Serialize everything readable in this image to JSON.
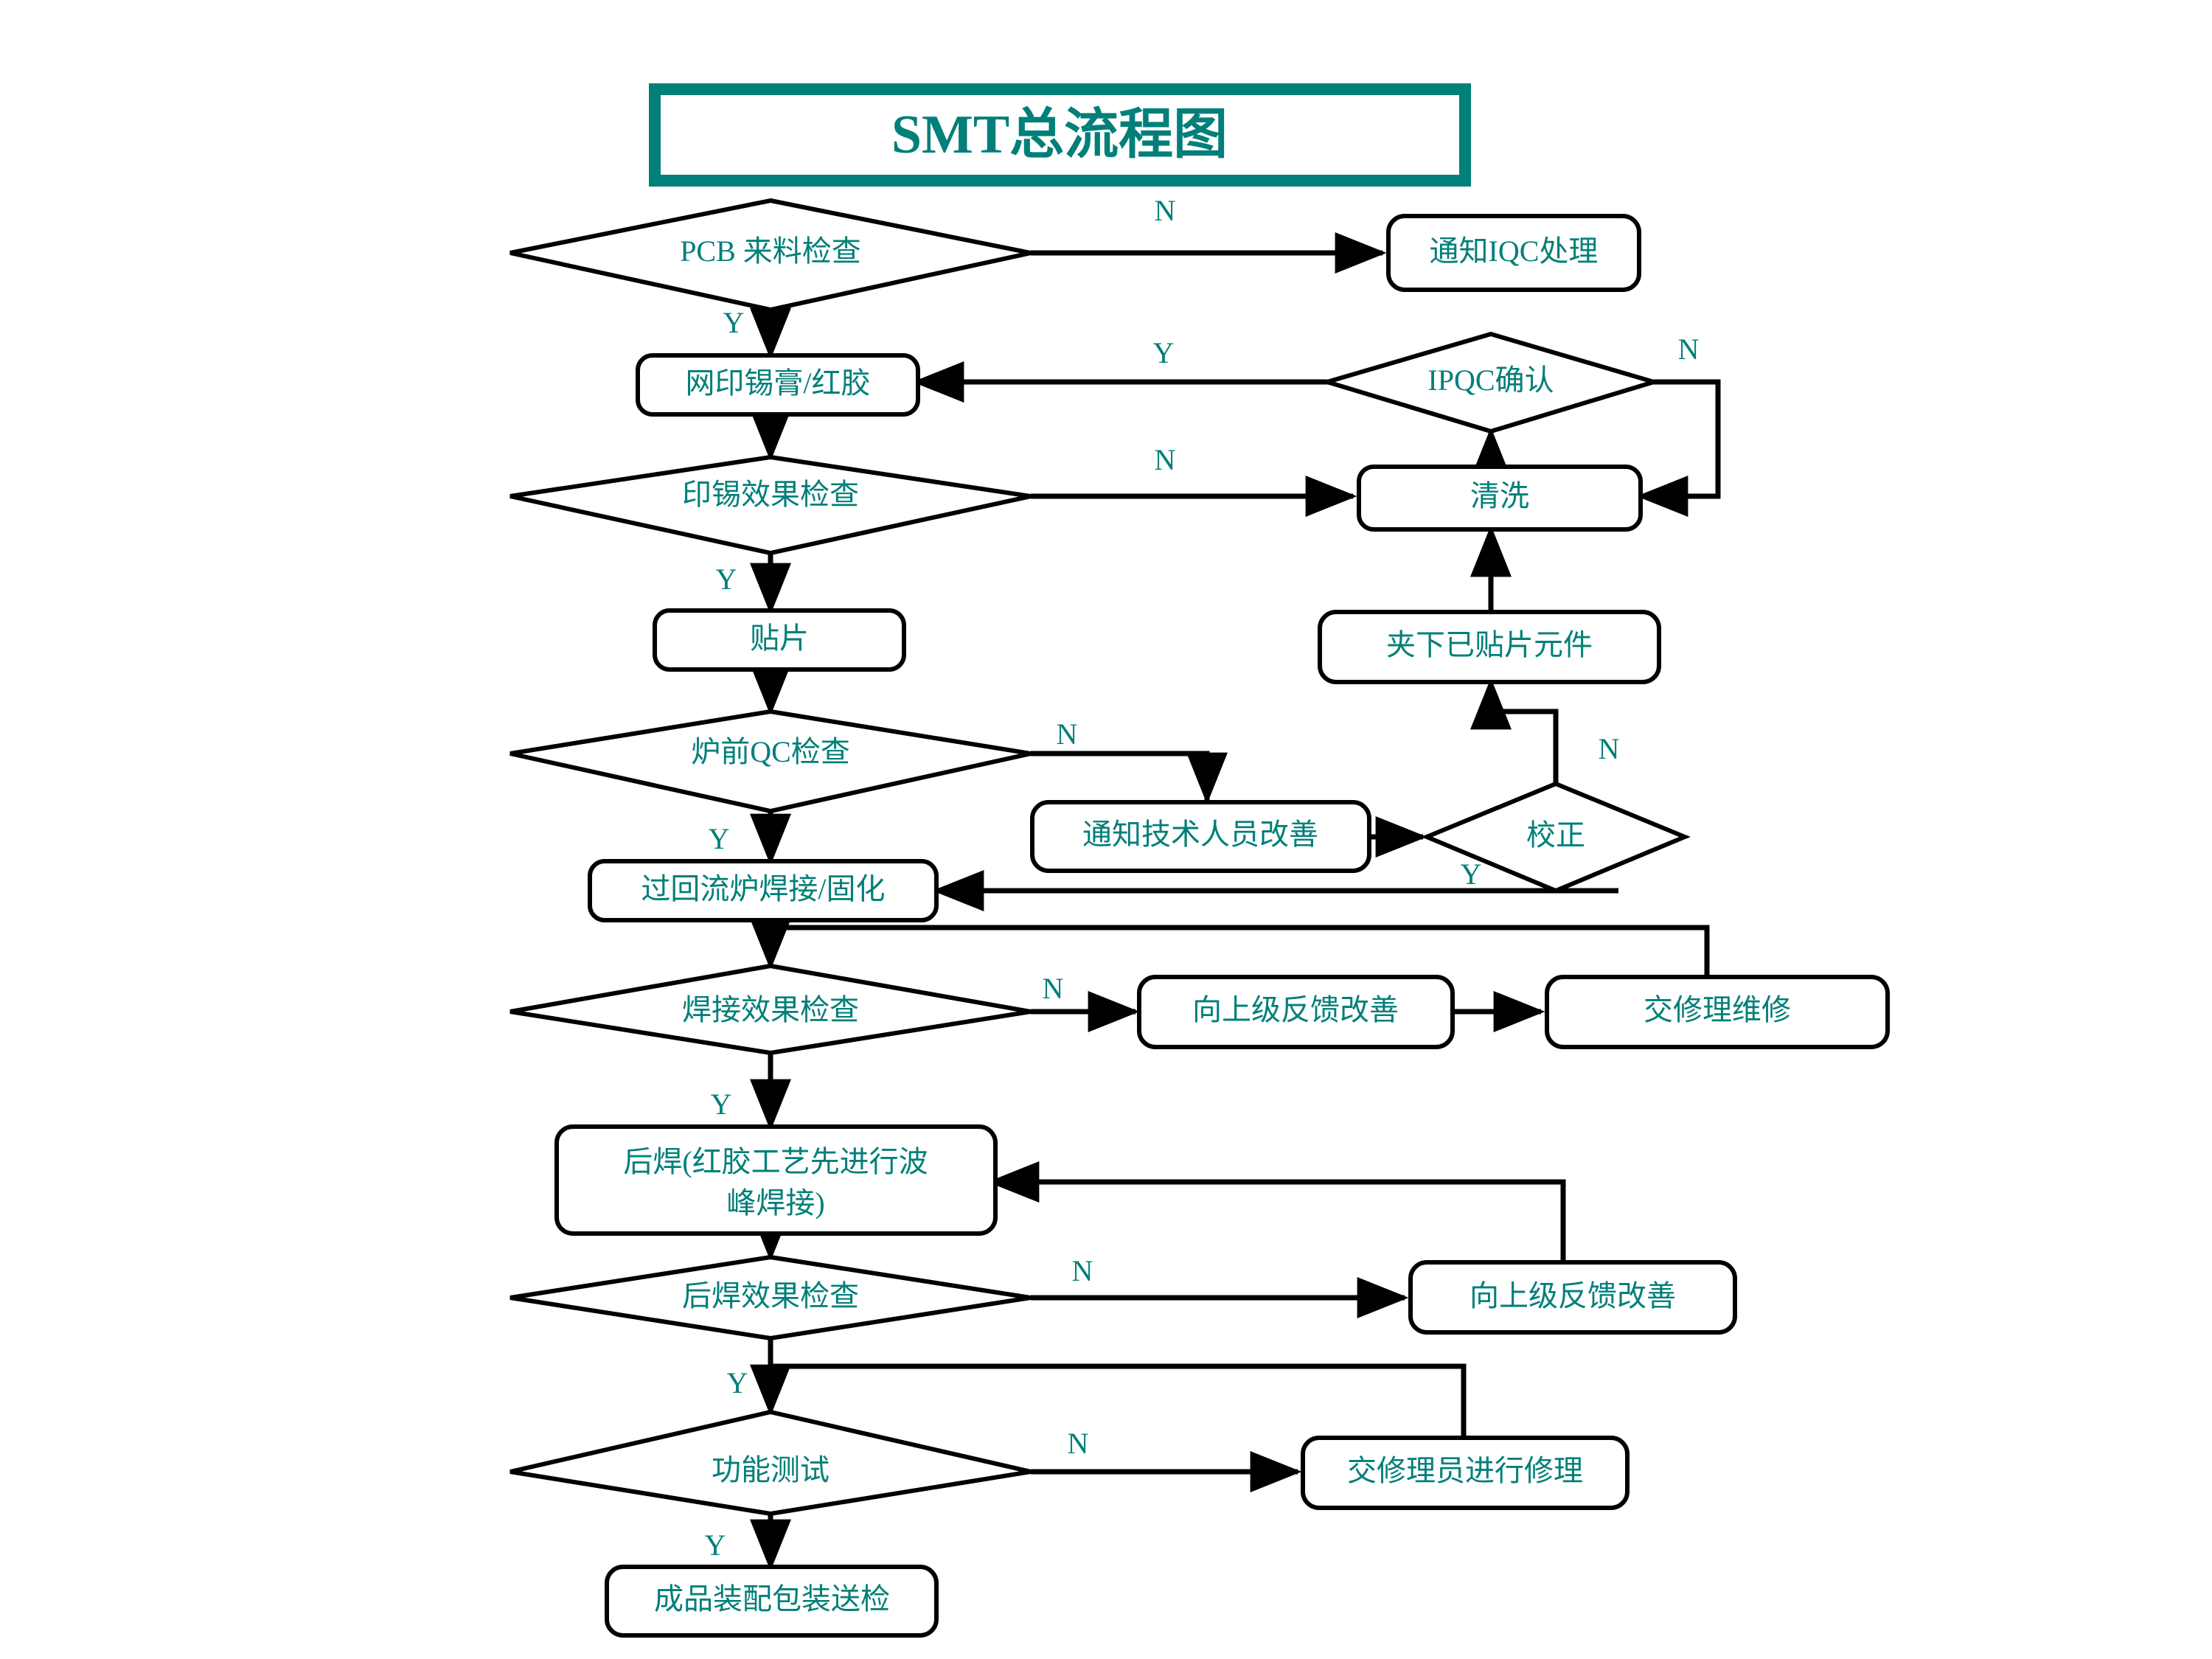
{
  "title": {
    "text": "SMT总流程图",
    "accent_color": "#017f79"
  },
  "colors": {
    "text": "#017f79",
    "line": "#000000",
    "background": "#ffffff",
    "title_border": "#017f79"
  },
  "nodes": [
    {
      "id": "n1",
      "kind": "decision",
      "label": "PCB 来料检查"
    },
    {
      "id": "n2",
      "kind": "process",
      "label": "通知IQC处理"
    },
    {
      "id": "n3",
      "kind": "process",
      "label": "网印锡膏/红胶"
    },
    {
      "id": "n4",
      "kind": "decision",
      "label": "IPQC确认"
    },
    {
      "id": "n5",
      "kind": "decision",
      "label": "印锡效果检查"
    },
    {
      "id": "n6",
      "kind": "process",
      "label": "清洗"
    },
    {
      "id": "n7",
      "kind": "process",
      "label": "贴片"
    },
    {
      "id": "n8",
      "kind": "process",
      "label": "夹下已贴片元件"
    },
    {
      "id": "n9",
      "kind": "decision",
      "label": "炉前QC检查"
    },
    {
      "id": "n10",
      "kind": "process",
      "label": "通知技术人员改善"
    },
    {
      "id": "n11",
      "kind": "decision",
      "label": "校正"
    },
    {
      "id": "n12",
      "kind": "process",
      "label": "过回流炉焊接/固化"
    },
    {
      "id": "n13",
      "kind": "decision",
      "label": "焊接效果检查"
    },
    {
      "id": "n14",
      "kind": "process",
      "label": "向上级反馈改善"
    },
    {
      "id": "n15",
      "kind": "process",
      "label": "交修理维修"
    },
    {
      "id": "n16",
      "kind": "process",
      "label_line1": "后焊(红胶工艺先进行波",
      "label_line2": "峰焊接)"
    },
    {
      "id": "n17",
      "kind": "decision",
      "label": "后焊效果检查"
    },
    {
      "id": "n18",
      "kind": "process",
      "label": "向上级反馈改善"
    },
    {
      "id": "n19",
      "kind": "decision",
      "label": "功能测试"
    },
    {
      "id": "n20",
      "kind": "process",
      "label": "交修理员进行修理"
    },
    {
      "id": "n21",
      "kind": "process",
      "label": "成品装配包装送检"
    }
  ],
  "edge_labels": {
    "e1_no": "N",
    "e1_yes": "Y",
    "e4_yes": "Y",
    "e4_no": "N",
    "e5_no": "N",
    "e5_yes": "Y",
    "e9_no": "N",
    "e9_yes": "Y",
    "e11_no": "N",
    "e11_yes": "Y",
    "e13_no": "N",
    "e13_yes": "Y",
    "e17_no": "N",
    "e17_yes": "Y",
    "e19_no": "N",
    "e19_yes": "Y"
  }
}
